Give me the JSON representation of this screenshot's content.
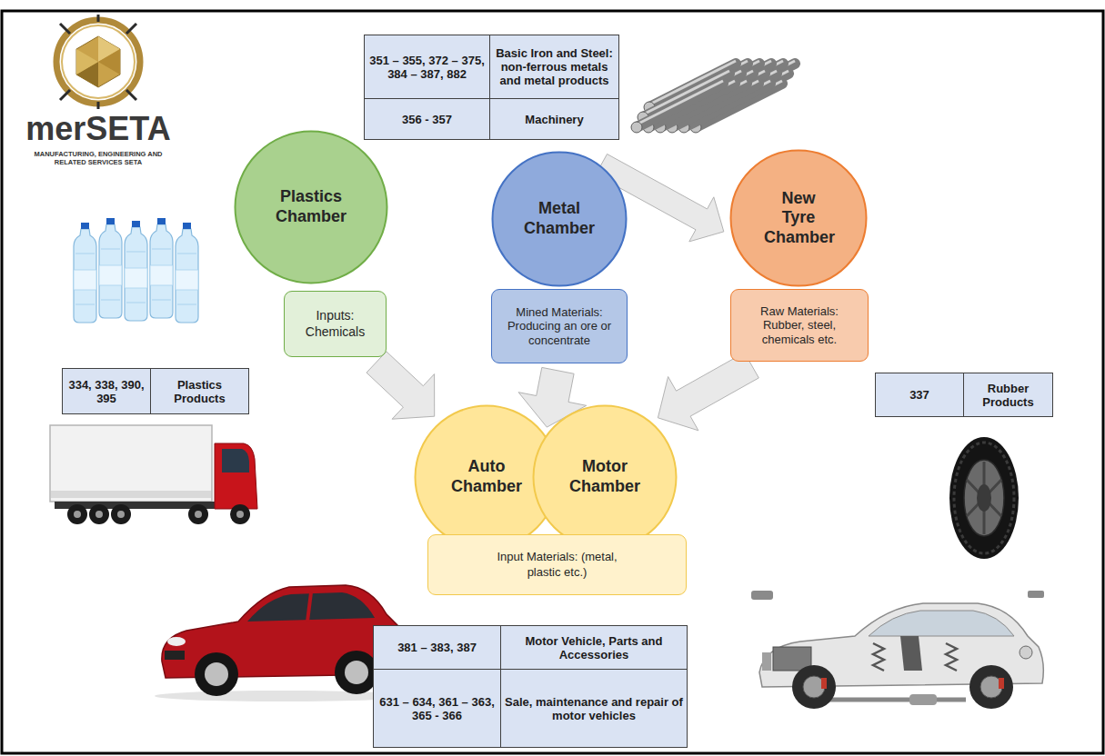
{
  "diagram": {
    "nodes": [
      {
        "text": [
          "Plastics Chamber"
        ]
      },
      {
        "text": [
          "Metal Chamber"
        ]
      },
      {
        "text": [
          "New Tyre Chamber"
        ]
      },
      {
        "text": [
          "Inputs: Chemicals"
        ]
      },
      {
        "text": [
          "Mined Materials: Producing an ore or concentrate"
        ]
      },
      {
        "text": [
          "Raw Materials: Rubber, steel, chemicals etc."
        ]
      },
      {
        "text": [
          "Auto Chamber"
        ]
      },
      {
        "text": [
          "Motor Chamber"
        ]
      },
      {
        "text": [
          "Input Materials: (metal, plastic etc.)"
        ]
      }
    ],
    "edges": [
      {
        "from": 1,
        "to": 2,
        "arrow": "to"
      },
      {
        "from": 3,
        "to": 6,
        "arrow": "to"
      },
      {
        "from": 4,
        "to": 6,
        "arrow": "to"
      },
      {
        "from": 5,
        "to": 7,
        "arrow": "to"
      }
    ],
    "labels": [
      "merSETA",
      "MANUFACTURING, ENGINEERING AND RELATED SERVICES SETA",
      "351 – 355, 372 – 375, 384 – 387, 882",
      "Basic Iron and Steel: non-ferrous metals and metal products",
      "356 - 357",
      "Machinery",
      "334, 338, 390, 395",
      "Plastics Products",
      "337",
      "Rubber Products",
      "381 – 383, 387",
      "Motor Vehicle, Parts and Accessories",
      "631 – 634, 361 – 363, 365 - 366",
      "Sale, maintenance and repair of motor vehicles"
    ]
  }
}
